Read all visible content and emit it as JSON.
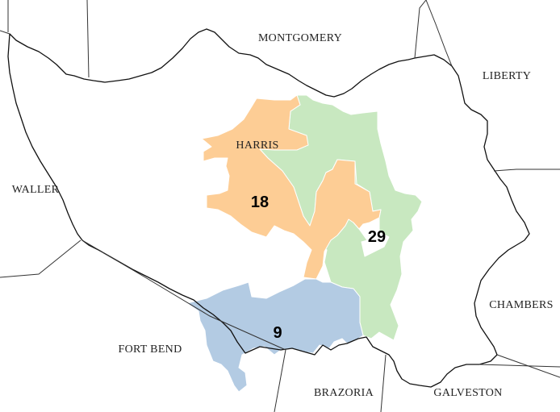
{
  "map": {
    "counties": {
      "montgomery": "MONTGOMERY",
      "liberty": "LIBERTY",
      "harris": "HARRIS",
      "waller": "WALLER",
      "chambers": "CHAMBERS",
      "fort_bend": "FORT BEND",
      "brazoria": "BRAZORIA",
      "galveston": "GALVESTON"
    },
    "districts": [
      {
        "label": "18",
        "color": "#fdcd95"
      },
      {
        "label": "29",
        "color": "#c8e8c0"
      },
      {
        "label": "9",
        "color": "#b3cbe3"
      }
    ],
    "colors": {
      "background": "#ffffff",
      "county_line": "#333333",
      "district_border": "#ffffff"
    }
  }
}
